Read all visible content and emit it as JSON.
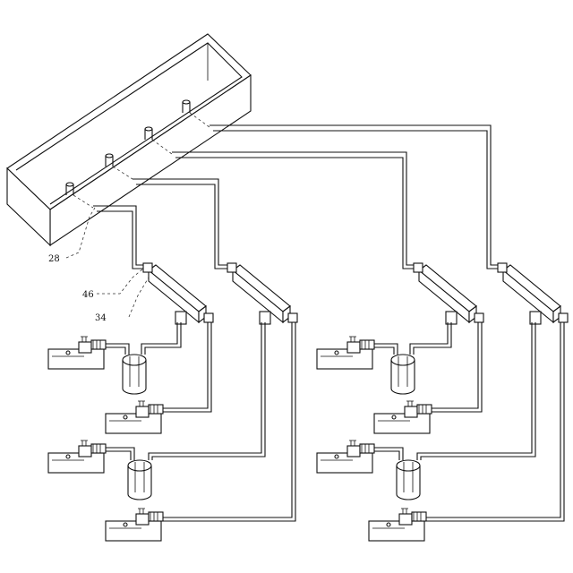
{
  "figure": {
    "reference_labels": [
      {
        "id": "ref-28",
        "text": "28"
      },
      {
        "id": "ref-46",
        "text": "46"
      },
      {
        "id": "ref-34",
        "text": "34"
      }
    ]
  }
}
